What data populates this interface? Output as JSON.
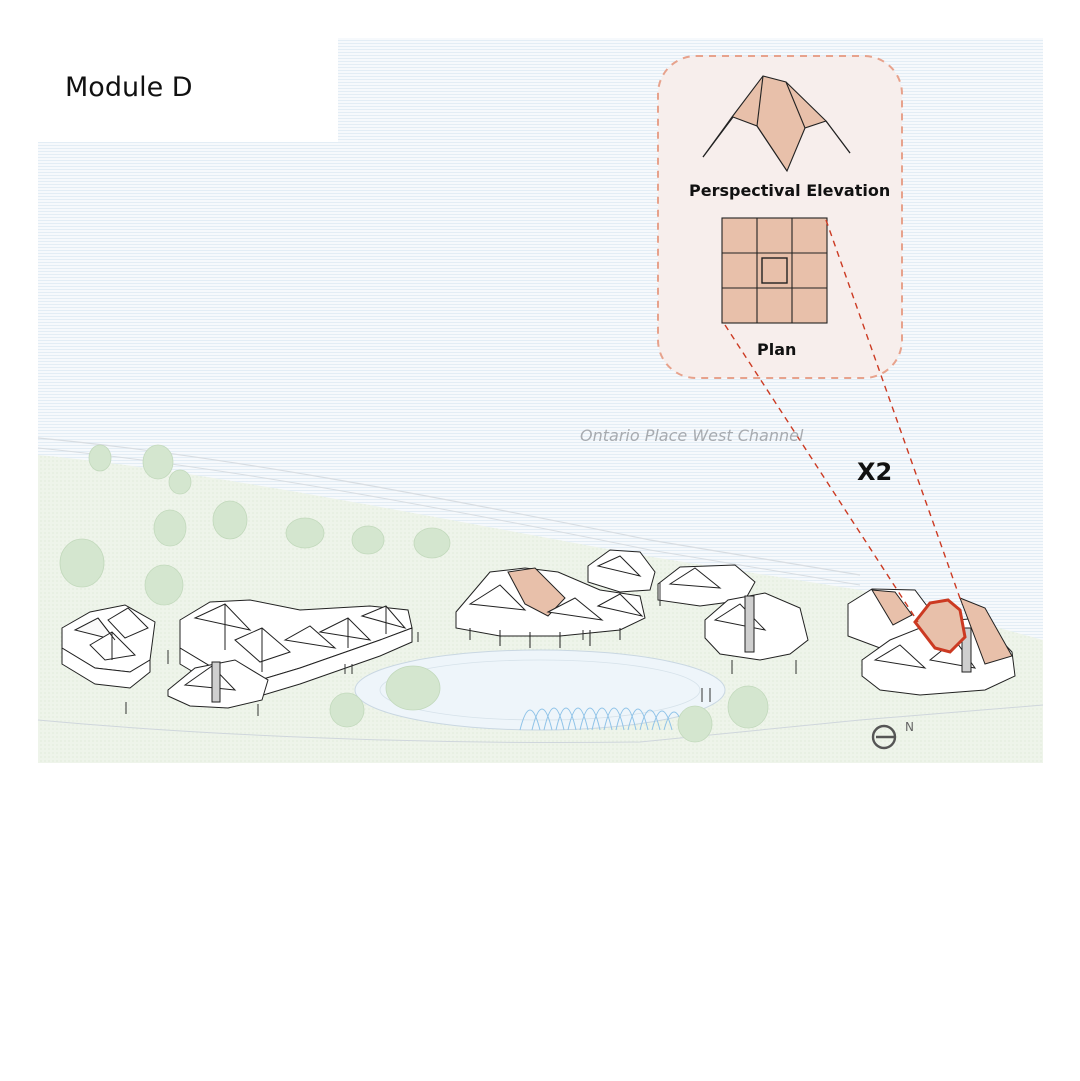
{
  "module_title": "Module D",
  "inset": {
    "elevation_label": "Perspectival Elevation",
    "plan_label": "Plan"
  },
  "site": {
    "channel_label": "Ontario Place West Channel",
    "multiplier": "X2",
    "north_label": "N"
  },
  "colors": {
    "roof_accent": "#e8c0aa",
    "highlight_red": "#cc3a22",
    "inset_bg": "#f7eeec",
    "inset_border": "#e7a28c",
    "greenery": "#dfead9",
    "water": "#e9f2f8"
  },
  "icons": [
    "north-arrow-icon"
  ]
}
